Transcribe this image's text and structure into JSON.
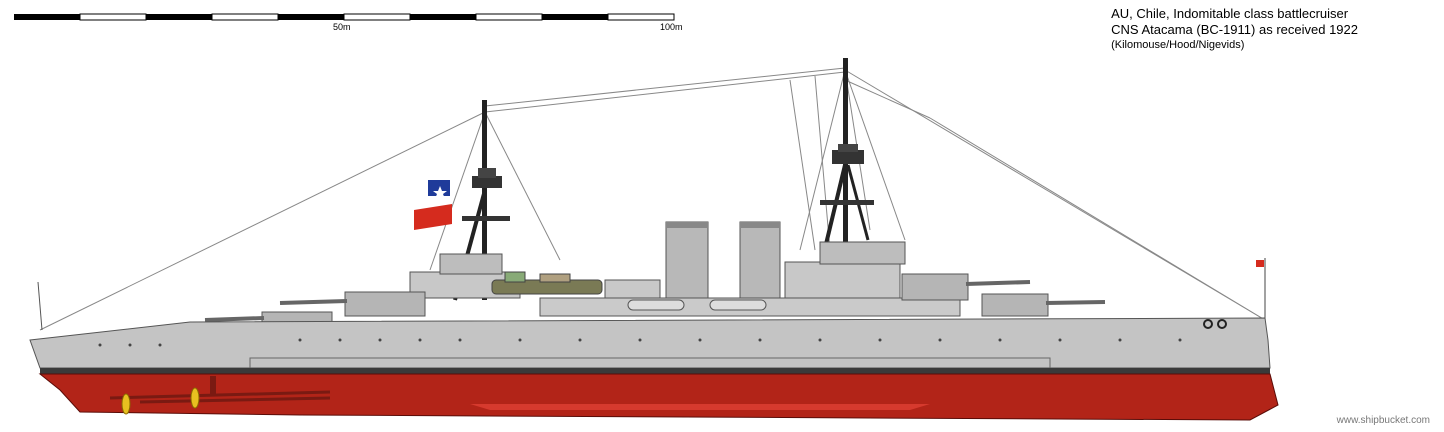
{
  "header": {
    "line1": "AU, Chile, Indomitable class battlecruiser",
    "line2": "CNS Atacama (BC-1911) as received 1922",
    "line3": "(Kilomouse/Hood/Nigevids)"
  },
  "scale": {
    "mid_label": "50m",
    "end_label": "100m"
  },
  "watermark": "www.shipbucket.com",
  "colors": {
    "hull_gray": "#c4c4c4",
    "waterline_red": "#b22418",
    "boot_top": "#3a3a3a",
    "propeller": "#e8c020"
  }
}
